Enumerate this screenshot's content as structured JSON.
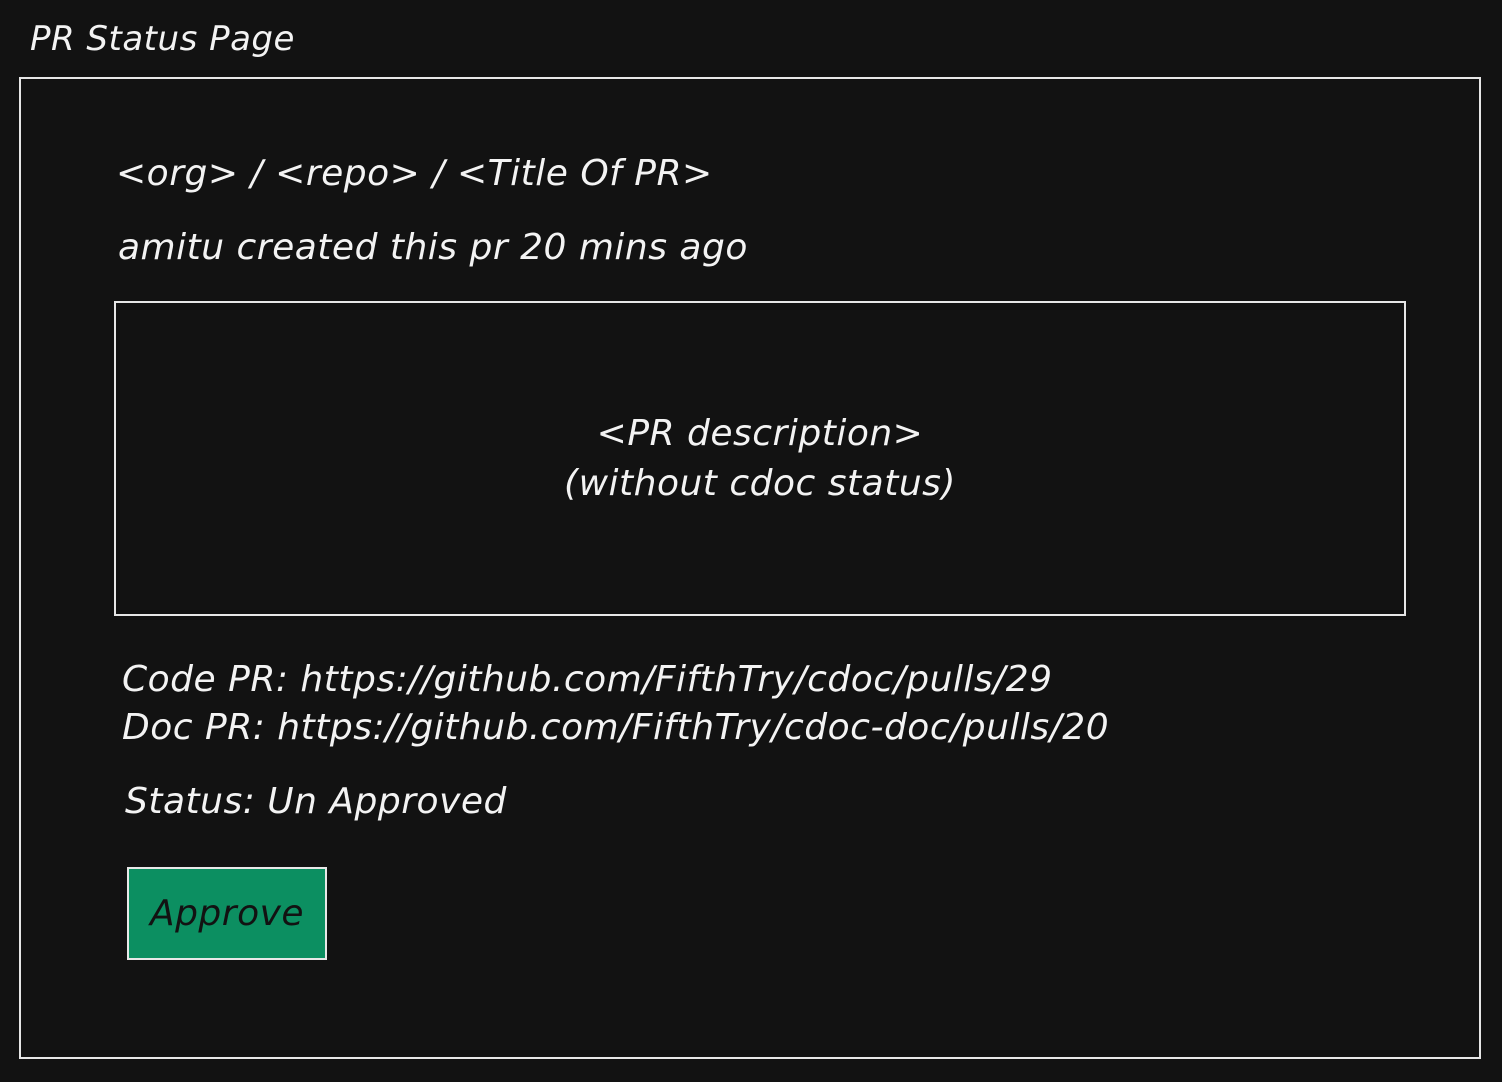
{
  "page": {
    "label": "PR Status Page"
  },
  "pr": {
    "breadcrumb": {
      "org": "<org>",
      "separator": "/",
      "repo": "<repo>",
      "title": "<Title Of PR>"
    },
    "meta": "amitu created this pr 20 mins ago",
    "description": {
      "line1": "<PR description>",
      "line2": "(without cdoc status)"
    },
    "code_pr": {
      "label": "Code PR:",
      "url": "https://github.com/FifthTry/cdoc/pulls/29"
    },
    "doc_pr": {
      "label": "Doc PR:",
      "url": "https://github.com/FifthTry/cdoc-doc/pulls/20"
    },
    "status": {
      "label": "Status:",
      "value": "Un Approved"
    },
    "approve_button": {
      "label": "Approve",
      "color": "#0c8f61"
    }
  }
}
